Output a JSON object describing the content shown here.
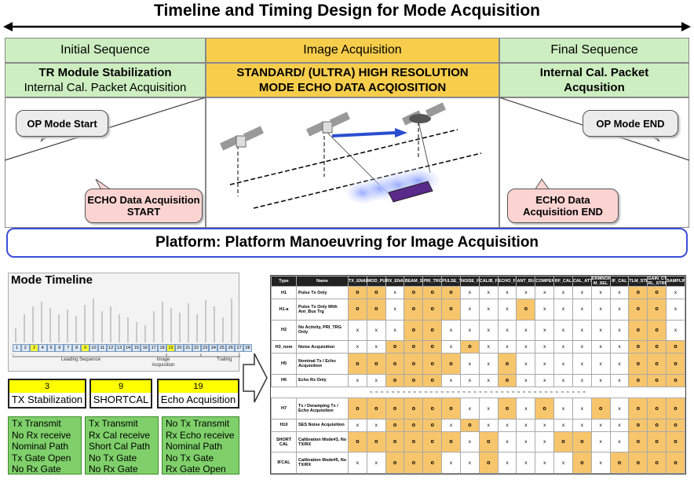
{
  "title": "Timeline and Timing Design for Mode Acquisition",
  "phases": {
    "initial": {
      "label": "Initial Sequence",
      "sub1": "TR Module Stabilization",
      "sub2": "Internal Cal. Packet Acquisition"
    },
    "image": {
      "label": "Image Acquisition",
      "sub1": "STANDARD/ (ULTRA) HIGH RESOLUTION",
      "sub2": "MODE ECHO DATA ACQIOSITION"
    },
    "final": {
      "label": "Final Sequence",
      "sub1": "Internal Cal. Packet",
      "sub2": "Acqusition"
    }
  },
  "bubbles": {
    "op_start": "OP Mode Start",
    "echo_start": "ECHO Data Acquisition START",
    "echo_end": "ECHO Data Acquisition END",
    "op_end": "OP Mode END"
  },
  "platform": "Platform: Platform Manoeuvring for Image Acquisition",
  "mode_timeline": {
    "title": "Mode Timeline",
    "cells": [
      "1",
      "2",
      "3",
      "4",
      "5",
      "6",
      "7",
      "8",
      "9",
      "10",
      "11",
      "12",
      "13",
      "14",
      "15",
      "16",
      "17",
      "18",
      "19",
      "20",
      "21",
      "22",
      "23",
      "24",
      "25",
      "26",
      "27",
      "28"
    ],
    "highlighted": [
      "3",
      "9",
      "19"
    ],
    "leading": "Leading Sequence",
    "image": "Image Acquisition",
    "trailing": "Trailing"
  },
  "steps": [
    {
      "num": "3",
      "label": "TX Stabilization",
      "details": [
        "Tx Transmit",
        "No Rx receive",
        "Nominal Path",
        "Tx Gate Open",
        "No Rx Gate"
      ]
    },
    {
      "num": "9",
      "label": "SHORTCAL",
      "details": [
        "Tx Transmit",
        "Rx Cal receive",
        "Short Cal Path",
        "No Tx Gate",
        "No Rx Gate"
      ]
    },
    {
      "num": "19",
      "label": "Echo Acquisition",
      "details": [
        "No Tx Transmit",
        "Rx Echo receive",
        "Nominal Path",
        "No Tx Gate",
        "Rx Gate Open"
      ]
    }
  ],
  "table": {
    "headers": [
      "Type",
      "Name",
      "TX_ENABLE",
      "MOD_PULSE",
      "RX_ENABLE",
      "BEAM_STROBE",
      "PRI_TRG",
      "PULSE_TRG",
      "NOISE_FLAG",
      "CALIB_FLAG",
      "ECHO_FLAG",
      "ANT_BUS_TRG",
      "COMPEN_SEL",
      "RF_CAL",
      "CAL_ATT",
      "DRMNOR M_SEL",
      "IF_CAL",
      "TLM_STRB",
      "GAIN_CT RL_STRB",
      "SAMPLING_TRG"
    ],
    "separator": "≈ ≈ ≈ ≈ ≈ ≈ ≈ ≈ ≈ ≈ ≈ ≈ ≈ ≈ ≈ ≈ ≈ ≈ ≈ ≈ ≈ ≈ ≈ ≈ ≈ ≈ ≈ ≈ ≈ ≈ ≈ ≈ ≈ ≈ ≈ ≈ ≈ ≈ ≈ ≈",
    "rows": [
      {
        "type": "H1",
        "name": "Pulse Tx Only",
        "v": [
          "o",
          "o",
          "x",
          "o",
          "o",
          "o",
          "x",
          "x",
          "x",
          "x",
          "x",
          "x",
          "x",
          "x",
          "x",
          "o",
          "o",
          "x"
        ]
      },
      {
        "type": "H1-a",
        "name": "Pulse Tx Only With Ant_Bus Trg",
        "v": [
          "o",
          "o",
          "x",
          "o",
          "o",
          "o",
          "x",
          "x",
          "x",
          "o",
          "x",
          "x",
          "x",
          "x",
          "x",
          "o",
          "o",
          "x"
        ]
      },
      {
        "type": "H2",
        "name": "No Activity, PRI_TRG Only",
        "v": [
          "x",
          "x",
          "x",
          "o",
          "o",
          "x",
          "x",
          "x",
          "x",
          "x",
          "x",
          "x",
          "x",
          "x",
          "x",
          "o",
          "o",
          "x"
        ]
      },
      {
        "type": "H3_nom",
        "name": "Noise Acquisition",
        "v": [
          "x",
          "x",
          "o",
          "o",
          "o",
          "x",
          "o",
          "x",
          "x",
          "x",
          "x",
          "x",
          "x",
          "x",
          "x",
          "o",
          "o",
          "o"
        ]
      },
      {
        "type": "H5",
        "name": "Nominal Tx / Echo Acquisition",
        "v": [
          "o",
          "o",
          "o",
          "o",
          "o",
          "o",
          "x",
          "x",
          "o",
          "x",
          "x",
          "x",
          "x",
          "x",
          "x",
          "o",
          "o",
          "o"
        ]
      },
      {
        "type": "H6",
        "name": "Echo Rx Only",
        "v": [
          "x",
          "x",
          "o",
          "o",
          "o",
          "x",
          "x",
          "x",
          "o",
          "x",
          "x",
          "x",
          "x",
          "x",
          "x",
          "o",
          "o",
          "o"
        ]
      },
      {
        "type": "H7",
        "name": "Tx / Deramping Tx / Echo Acquisition",
        "v": [
          "o",
          "o",
          "o",
          "o",
          "o",
          "o",
          "x",
          "x",
          "o",
          "x",
          "o",
          "x",
          "x",
          "o",
          "x",
          "o",
          "o",
          "o"
        ]
      },
      {
        "type": "H10",
        "name": "SES Noise Acquisition",
        "v": [
          "x",
          "x",
          "o",
          "o",
          "o",
          "x",
          "o",
          "x",
          "x",
          "x",
          "x",
          "x",
          "x",
          "x",
          "x",
          "o",
          "o",
          "o"
        ]
      },
      {
        "type": "SHORT CAL",
        "name": "Calibration Mode#3, No TX/RX",
        "v": [
          "o",
          "o",
          "o",
          "o",
          "o",
          "o",
          "x",
          "o",
          "x",
          "x",
          "x",
          "o",
          "o",
          "x",
          "x",
          "o",
          "o",
          "o"
        ]
      },
      {
        "type": "IFCAL",
        "name": "Calibration Mode#5, No TX/RX",
        "v": [
          "x",
          "x",
          "o",
          "o",
          "o",
          "x",
          "x",
          "o",
          "x",
          "x",
          "x",
          "x",
          "o",
          "x",
          "o",
          "o",
          "o",
          "o"
        ]
      }
    ]
  }
}
